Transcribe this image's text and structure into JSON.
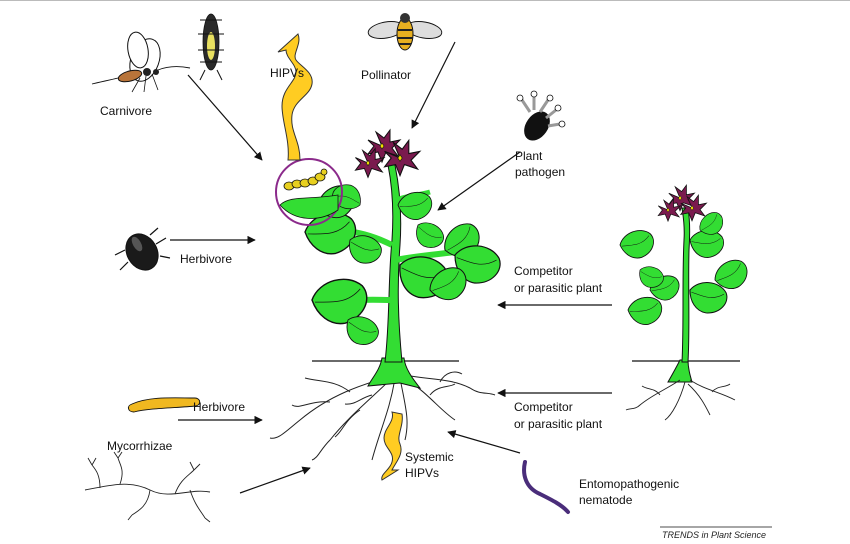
{
  "labels": {
    "hipvs": "HIPVs",
    "pollinator": "Pollinator",
    "carnivore": "Carnivore",
    "plant_pathogen_line1": "Plant",
    "plant_pathogen_line2": "pathogen",
    "herbivore_above": "Herbivore",
    "competitor_above_line1": "Competitor",
    "competitor_above_line2": "or parasitic plant",
    "herbivore_below": "Herbivore",
    "competitor_below_line1": "Competitor",
    "competitor_below_line2": "or parasitic plant",
    "mycorrhizae": "Mycorrhizae",
    "systemic_line1": "Systemic",
    "systemic_line2": "HIPVs",
    "nematode_line1": "Entomopathogenic",
    "nematode_line2": "nematode",
    "source": "TRENDS in Plant Science"
  },
  "colors": {
    "stem": "#33dd33",
    "leaf": "#33dd33",
    "flower": "#7a1a4e",
    "flower_center": "#f2e000",
    "hipv_plume": "#ffcc22",
    "caterpillar": "#e8d020",
    "bubble_ring": "#8b2a8b",
    "nematode": "#4a2d7a",
    "herbivore_larva": "#f0b820",
    "arrow": "#111111",
    "soil_line": "#111111"
  }
}
